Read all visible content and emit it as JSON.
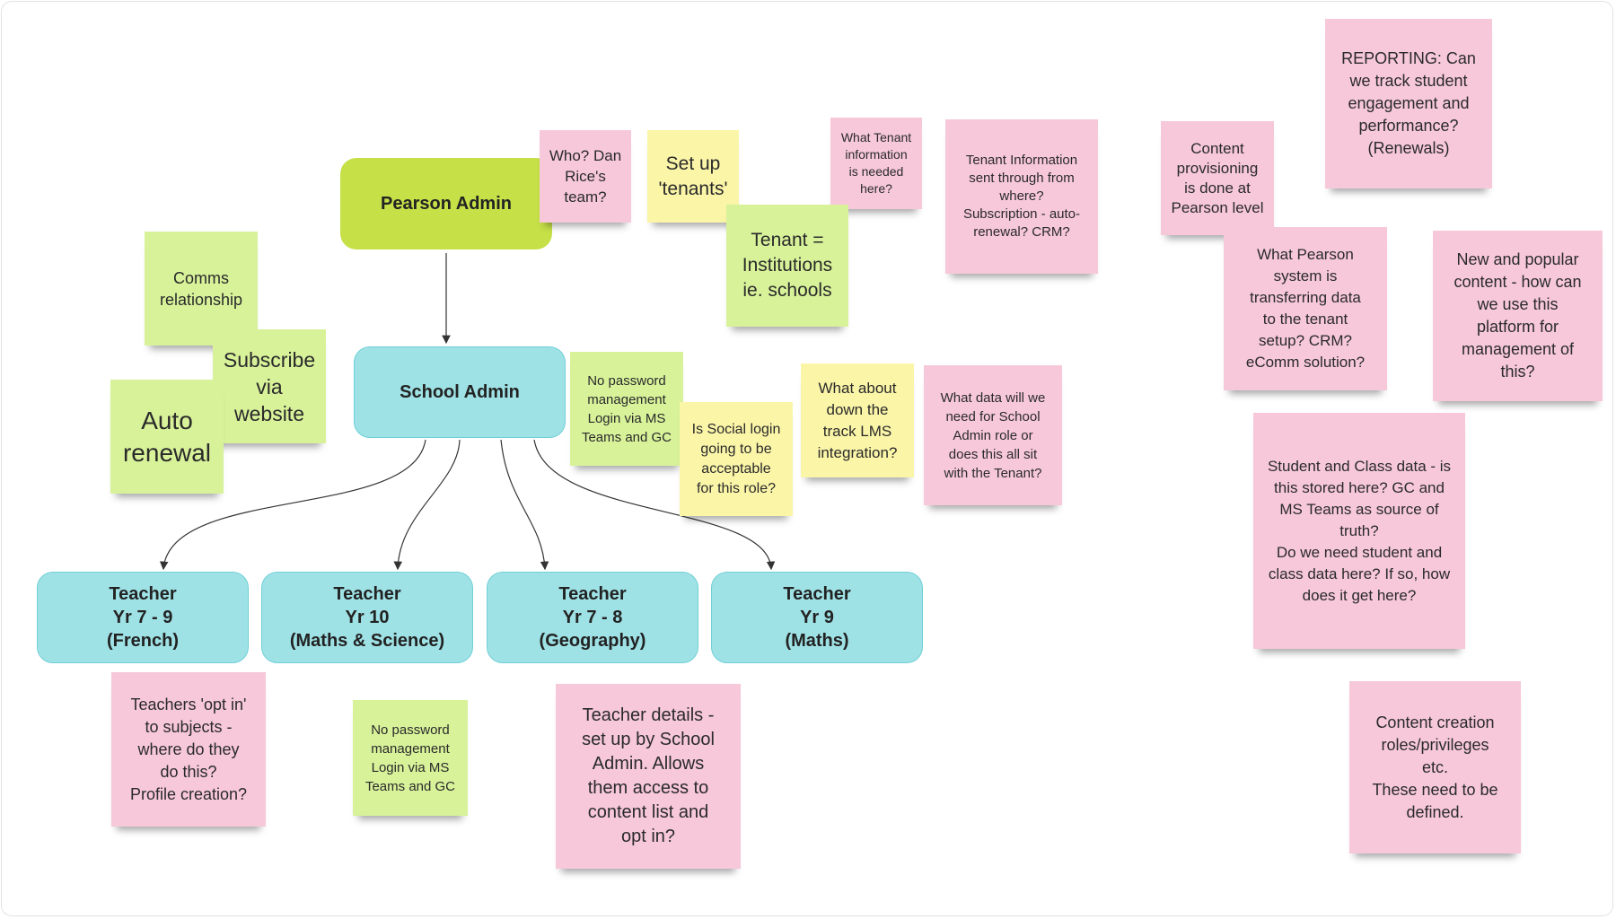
{
  "colors": {
    "pink_sticky": "#f7c8da",
    "green_sticky": "#d8f29a",
    "yellow_sticky": "#fbf5a8",
    "pearson_node": "#c6e048",
    "role_node": "#9fe2e6"
  },
  "nodes": {
    "pearson_admin": "Pearson Admin",
    "school_admin": "School Admin",
    "teacher_french": "Teacher\nYr 7 - 9\n(French)",
    "teacher_maths_science": "Teacher\nYr 10\n(Maths & Science)",
    "teacher_geography": "Teacher\nYr 7 - 8\n(Geography)",
    "teacher_maths": "Teacher\nYr 9\n(Maths)"
  },
  "stickies": {
    "comms_relationship": "Comms\nrelationship",
    "subscribe_via_website": "Subscribe\nvia\nwebsite",
    "auto_renewal": "Auto\nrenewal",
    "who_dan_rice": "Who? Dan\nRice's\nteam?",
    "set_up_tenants": "Set up\n'tenants'",
    "what_tenant_info": "What Tenant\ninformation\nis needed\nhere?",
    "tenant_institutions": "Tenant =\nInstitutions\nie. schools",
    "tenant_info_sent": "Tenant Information\nsent through from\nwhere?\nSubscription - auto-\nrenewal? CRM?",
    "content_provisioning": "Content\nprovisioning\nis done at\nPearson level",
    "reporting": "REPORTING: Can\nwe track student\nengagement and\nperformance?\n(Renewals)",
    "what_pearson_system": "What Pearson\nsystem is\ntransferring data\nto the tenant\nsetup? CRM?\neComm solution?",
    "new_popular_content": "New and popular\ncontent - how can\nwe use this\nplatform for\nmanagement of\nthis?",
    "no_password_admin": "No password\nmanagement\nLogin via MS\nTeams and GC",
    "social_login": "Is Social login\ngoing to be\nacceptable\nfor this role?",
    "down_the_track_lms": "What about\ndown the\ntrack LMS\nintegration?",
    "what_data_school_admin": "What data will we\nneed for School\nAdmin role or\ndoes this all sit\nwith the Tenant?",
    "student_class_data": "Student and Class data - is\nthis stored here? GC and\nMS Teams as source of\ntruth?\nDo we need student and\nclass data here? If so, how\ndoes it get here?",
    "teachers_opt_in": "Teachers 'opt in'\nto subjects -\nwhere do they\ndo this?\nProfile creation?",
    "no_password_teacher": "No password\nmanagement\nLogin via MS\nTeams and GC",
    "teacher_details": "Teacher details -\nset up by School\nAdmin. Allows\nthem access to\ncontent list and\nopt in?",
    "content_creation_roles": "Content creation\nroles/privileges\netc.\nThese need to be\ndefined."
  }
}
